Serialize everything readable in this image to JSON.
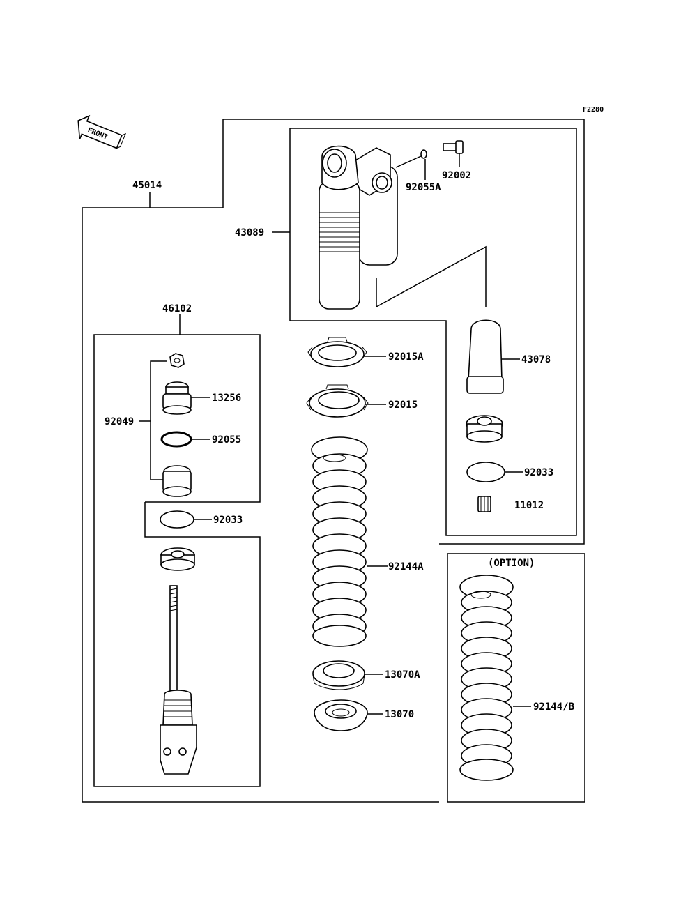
{
  "figure_code": "F2280",
  "front_label": "FRONT",
  "option_label": "(OPTION)",
  "parts": {
    "p45014": "45014",
    "p43089": "43089",
    "p92055A": "92055A",
    "p92002": "92002",
    "p46102": "46102",
    "p13256": "13256",
    "p92049": "92049",
    "p92055": "92055",
    "p92033_left": "92033",
    "p92015A": "92015A",
    "p92015": "92015",
    "p92144A": "92144A",
    "p13070A": "13070A",
    "p13070": "13070",
    "p43078": "43078",
    "p92033_right": "92033",
    "p11012": "11012",
    "p92144B": "92144/B"
  }
}
